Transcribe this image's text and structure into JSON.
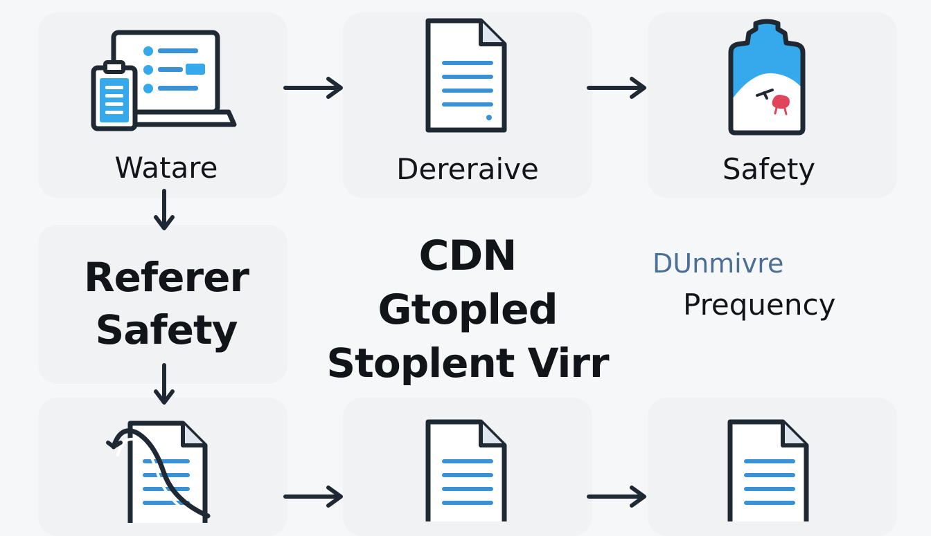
{
  "nodes": {
    "top_left": {
      "label": "Watare",
      "icon": "laptop-checklist-icon"
    },
    "top_middle": {
      "label": "Dereraive",
      "icon": "document-icon"
    },
    "top_right": {
      "label": "Safety",
      "icon": "bottle-icon"
    }
  },
  "middle_left": {
    "line1": "Referer",
    "line2": "Safety"
  },
  "center": {
    "line1": "CDN",
    "line2": "Gtopled",
    "line3": "Stoplent Virr"
  },
  "right_text": {
    "line1": "DUnmivre",
    "line2": "Prequency"
  },
  "bottom_nodes": [
    {
      "icon": "document-swirl-icon"
    },
    {
      "icon": "document-icon"
    },
    {
      "icon": "document-icon"
    }
  ],
  "colors": {
    "accent_blue": "#3a92d6",
    "light_blue": "#35a9ec",
    "outline": "#1f2933",
    "subtle_blue_text": "#4b6f96",
    "red_accent": "#e0455c"
  }
}
